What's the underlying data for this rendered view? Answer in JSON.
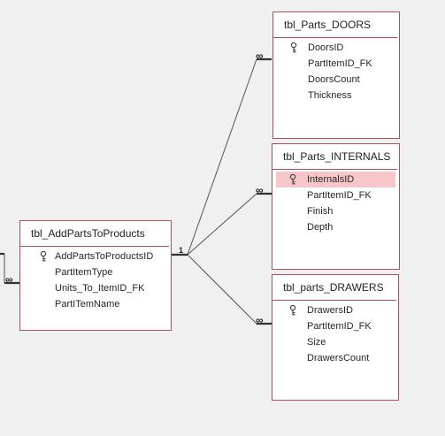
{
  "tables": {
    "doors": {
      "title": "tbl_Parts_DOORS",
      "fields": [
        "DoorsID",
        "PartItemID_FK",
        "DoorsCount",
        "Thickness"
      ]
    },
    "internals": {
      "title": "tbl_Parts_INTERNALS",
      "fields": [
        "InternalsID",
        "PartItemID_FK",
        "Finish",
        "Depth"
      ]
    },
    "drawers": {
      "title": "tbl_parts_DRAWERS",
      "fields": [
        "DrawersID",
        "PartItemID_FK",
        "Size",
        "DrawersCount"
      ]
    },
    "addparts": {
      "title": "tbl_AddPartsToProducts",
      "fields": [
        "AddPartsToProductsID",
        "PartItemType",
        "Units_To_ItemID_FK",
        "PartITemName"
      ]
    }
  },
  "relationships": {
    "one_label": "1",
    "many_label": "∞"
  },
  "colors": {
    "background": "#f0f0f0",
    "table_border": "#b0505b",
    "selected_row": "#f7c6c8"
  }
}
